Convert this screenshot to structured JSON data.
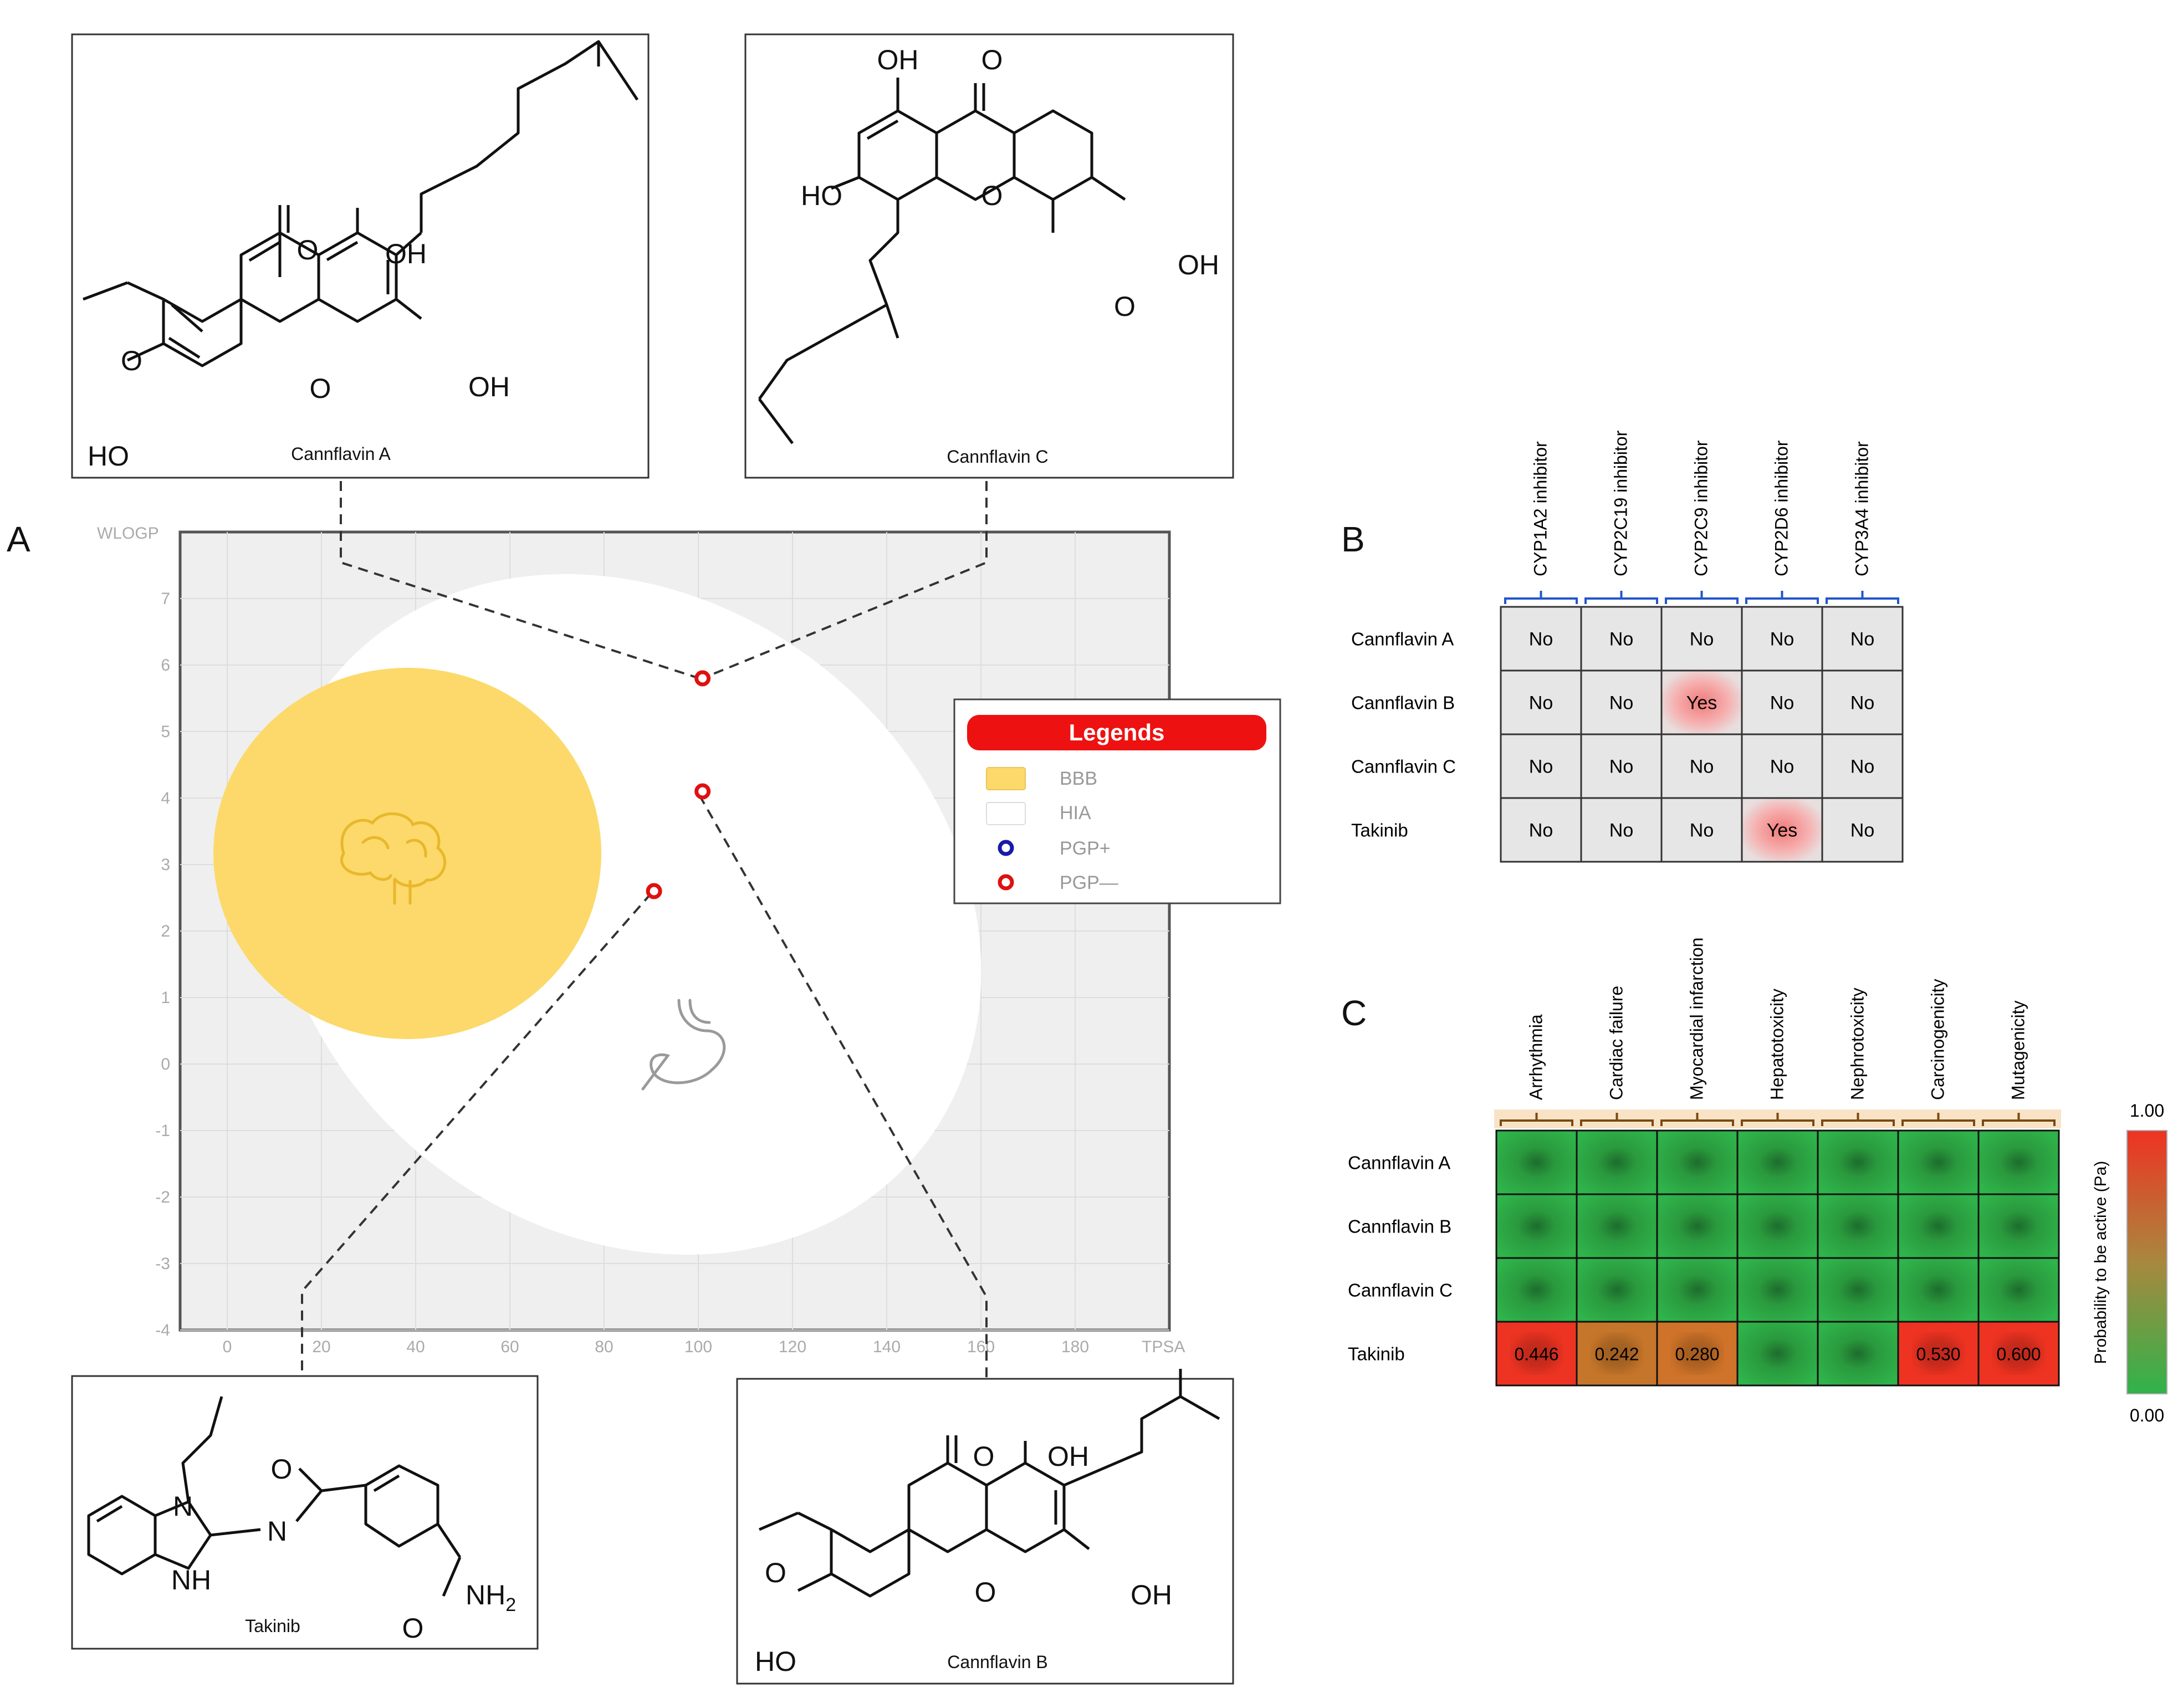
{
  "panel_labels": {
    "a": "A",
    "b": "B",
    "c": "C"
  },
  "structures": [
    {
      "id": "cannflavin-a",
      "name": "Cannflavin A",
      "labels": [
        "O",
        "OH",
        "OH",
        "O",
        "O",
        "HO"
      ]
    },
    {
      "id": "cannflavin-c",
      "name": "Cannflavin C",
      "labels": [
        "OH",
        "O",
        "HO",
        "O",
        "OH",
        "O"
      ]
    },
    {
      "id": "takinib",
      "name": "Takinib",
      "labels": [
        "N",
        "O",
        "N",
        "NH",
        "NH",
        "O"
      ],
      "nh2_main": "NH",
      "nh2_sub": "2"
    },
    {
      "id": "cannflavin-b",
      "name": "Cannflavin B",
      "labels": [
        "O",
        "OH",
        "OH",
        "O",
        "O",
        "HO"
      ]
    }
  ],
  "chart_data": [
    {
      "type": "scatter",
      "xlabel": "TPSA",
      "ylabel": "WLOGP",
      "xlim": [
        -10,
        200
      ],
      "ylim": [
        -4,
        8
      ],
      "xticks": [
        0,
        20,
        40,
        60,
        80,
        100,
        120,
        140,
        160,
        180
      ],
      "yticks": [
        -4,
        -3,
        -2,
        -1,
        0,
        1,
        2,
        3,
        4,
        5,
        6,
        7
      ],
      "grid": true,
      "points": [
        {
          "x": 100.9,
          "y": 5.8,
          "class": "PGP—"
        },
        {
          "x": 100.9,
          "y": 4.1,
          "class": "PGP—"
        },
        {
          "x": 90.6,
          "y": 2.6,
          "class": "PGP—"
        }
      ],
      "legend": {
        "title": "Legends",
        "placement": "right",
        "items": [
          {
            "label": "BBB",
            "color": "#fcd96a"
          },
          {
            "label": "HIA",
            "color": "#ffffff"
          },
          {
            "label": "PGP+",
            "color": "#1a1aa8"
          },
          {
            "label": "PGP—",
            "color": "#e01010"
          }
        ]
      },
      "icons": [
        "brain-icon",
        "stomach-icon"
      ]
    },
    {
      "type": "table",
      "columns": [
        "CYP1A2 inhibitor",
        "CYP2C19 inhibitor",
        "CYP2C9 inhibitor",
        "CYP2D6 inhibitor",
        "CYP3A4 inhibitor"
      ],
      "rows": [
        {
          "name": "Cannflavin A",
          "values": [
            "No",
            "No",
            "No",
            "No",
            "No"
          ]
        },
        {
          "name": "Cannflavin B",
          "values": [
            "No",
            "No",
            "Yes",
            "No",
            "No"
          ]
        },
        {
          "name": "Cannflavin C",
          "values": [
            "No",
            "No",
            "No",
            "No",
            "No"
          ]
        },
        {
          "name": "Takinib",
          "values": [
            "No",
            "No",
            "No",
            "Yes",
            "No"
          ]
        }
      ],
      "highlight_value": "Yes",
      "highlight_color": "#f28b8b"
    },
    {
      "type": "heatmap",
      "columns": [
        "Arrhythmia",
        "Cardiac failure",
        "Myocardial infarction",
        "Hepatotoxicity",
        "Nephrotoxicity",
        "Carcinogenicity",
        "Mutagenicity"
      ],
      "rows": [
        {
          "name": "Cannflavin A",
          "values": [
            null,
            null,
            null,
            null,
            null,
            null,
            null
          ],
          "labels": [
            "",
            "",
            "",
            "",
            "",
            "",
            ""
          ]
        },
        {
          "name": "Cannflavin B",
          "values": [
            null,
            null,
            null,
            null,
            null,
            null,
            null
          ],
          "labels": [
            "",
            "",
            "",
            "",
            "",
            "",
            ""
          ]
        },
        {
          "name": "Cannflavin C",
          "values": [
            null,
            null,
            null,
            null,
            null,
            null,
            null
          ],
          "labels": [
            "",
            "",
            "",
            "",
            "",
            "",
            ""
          ]
        },
        {
          "name": "Takinib",
          "values": [
            0.446,
            0.242,
            0.28,
            null,
            null,
            0.53,
            0.6
          ],
          "labels": [
            "0.446",
            "0.242",
            "0.280",
            "",
            "",
            "0.530",
            "0.600"
          ]
        }
      ],
      "colorbar": {
        "label": "Probability to be active (Pa)",
        "min_label": "0.00",
        "max_label": "1.00",
        "min": 0,
        "max": 1
      },
      "colors": {
        "low": "#2fb34a",
        "high": "#ee3322"
      }
    }
  ]
}
